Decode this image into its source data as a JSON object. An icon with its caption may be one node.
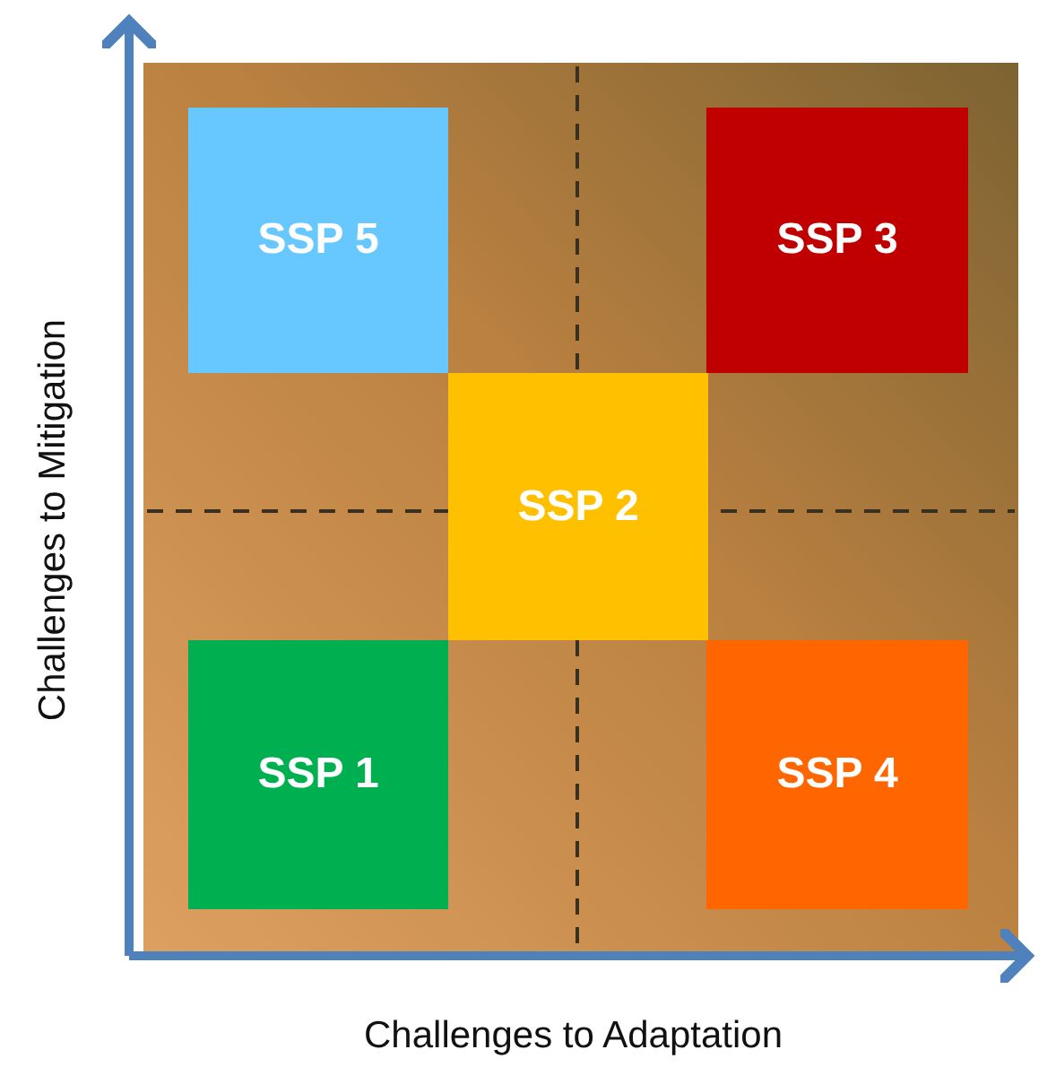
{
  "diagram": {
    "nodes": [
      {
        "text": [
          "SSP 5"
        ]
      },
      {
        "text": [
          "SSP 3"
        ]
      },
      {
        "text": [
          "SSP 2"
        ]
      },
      {
        "text": [
          "SSP 1"
        ]
      },
      {
        "text": [
          "SSP 4"
        ]
      }
    ],
    "labels": [
      "Challenges to Mitigation",
      "Challenges to Adaptation"
    ]
  }
}
